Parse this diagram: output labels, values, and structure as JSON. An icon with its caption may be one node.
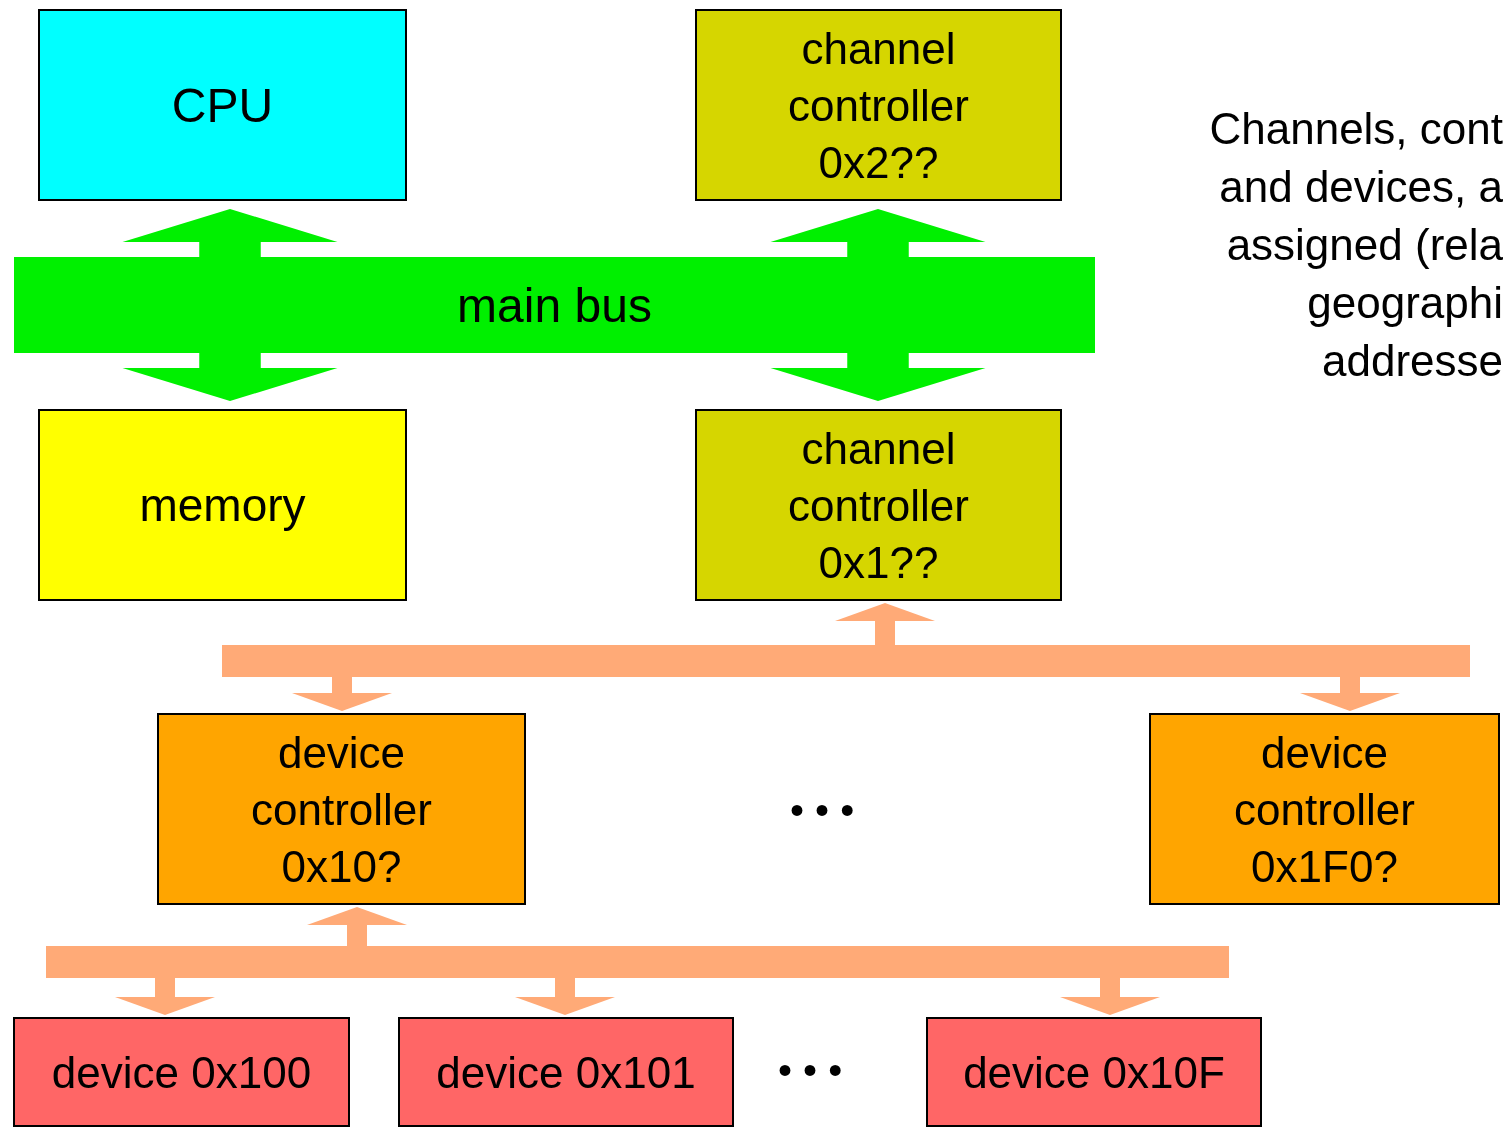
{
  "diagram": {
    "nodes": [
      {
        "text": [
          "CPU"
        ]
      },
      {
        "text": [
          "channel controller 0x2??"
        ]
      },
      {
        "text": [
          "main bus"
        ]
      },
      {
        "text": [
          "memory"
        ]
      },
      {
        "text": [
          "channel controller 0x1??"
        ]
      },
      {
        "text": [],
        "shape": "bar"
      },
      {
        "text": [
          "device controller 0x10?"
        ]
      },
      {
        "text": [
          "device controller 0x1F0?"
        ]
      },
      {
        "text": [],
        "shape": "bar"
      },
      {
        "text": [
          "device 0x100"
        ]
      },
      {
        "text": [
          "device 0x101"
        ]
      },
      {
        "text": [
          "device 0x10F"
        ]
      }
    ],
    "edges": [
      {
        "from": 2,
        "to": 0,
        "arrow": "to",
        "style": "thick",
        "color": "#00f000"
      },
      {
        "from": 2,
        "to": 3,
        "arrow": "to",
        "style": "thick",
        "color": "#00f000"
      },
      {
        "from": 2,
        "to": 1,
        "arrow": "to",
        "style": "thick",
        "color": "#00f000"
      },
      {
        "from": 2,
        "to": 4,
        "arrow": "to",
        "style": "thick",
        "color": "#00f000"
      },
      {
        "from": 5,
        "to": 4,
        "arrow": "to"
      },
      {
        "from": 5,
        "to": 6,
        "arrow": "to"
      },
      {
        "from": 5,
        "to": 7,
        "arrow": "to"
      },
      {
        "from": 8,
        "to": 6,
        "arrow": "to"
      },
      {
        "from": 8,
        "to": 9,
        "arrow": "to"
      },
      {
        "from": 8,
        "to": 10,
        "arrow": "to"
      },
      {
        "from": 8,
        "to": 11,
        "arrow": "to"
      }
    ],
    "labels": [
      "Channels, cont and devices, a assigned (rela geographi addresse",
      "• • •",
      "• • •"
    ]
  }
}
